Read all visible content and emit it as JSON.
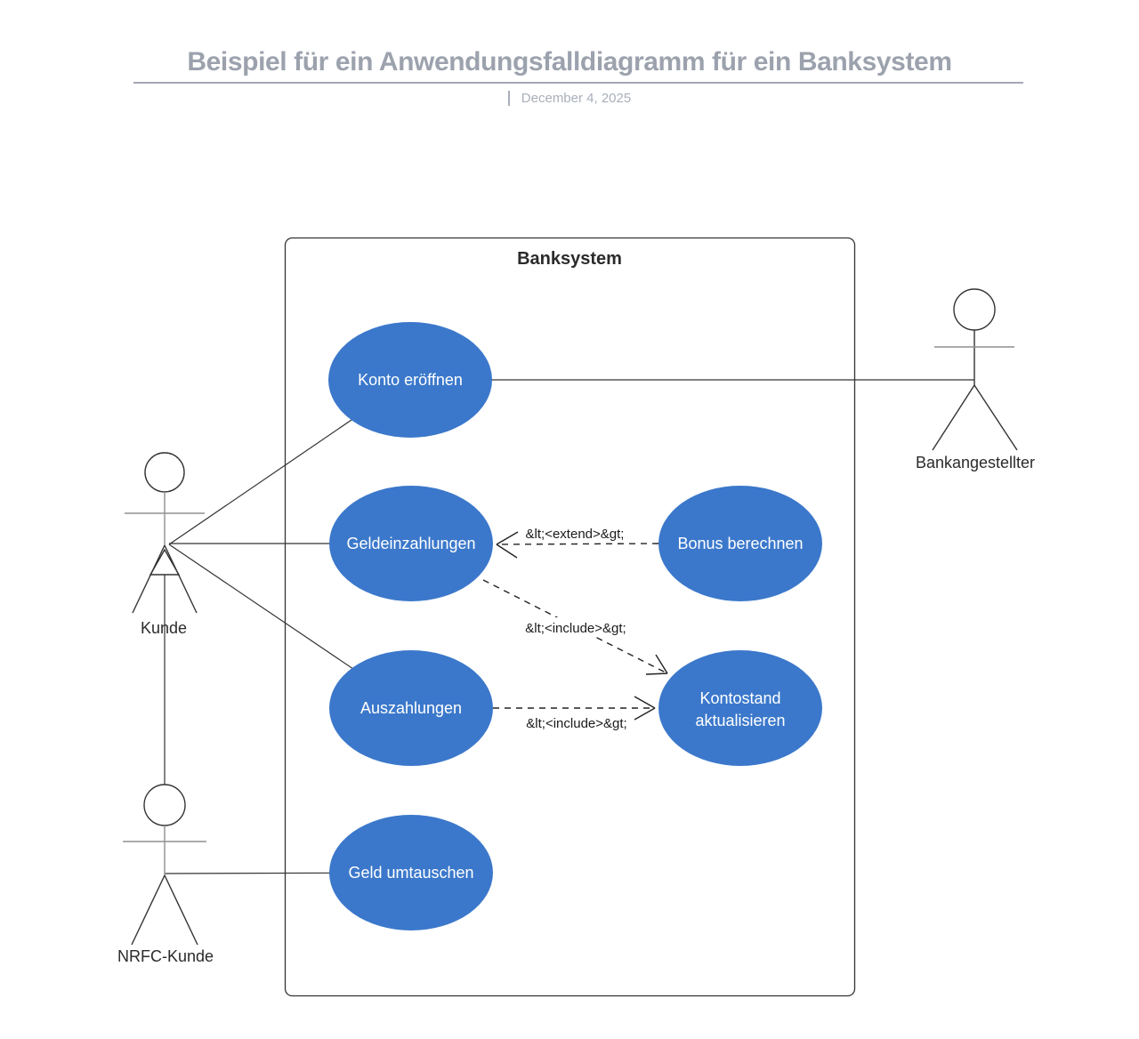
{
  "header": {
    "title": "Beispiel für ein Anwendungsfalldiagramm für ein Banksystem",
    "date": "December 4, 2025"
  },
  "diagram": {
    "system_label": "Banksystem",
    "actors": [
      {
        "name": "Kunde"
      },
      {
        "name": "Bankangestellter"
      },
      {
        "name": "NRFC-Kunde"
      }
    ],
    "use_cases": [
      {
        "label": "Konto eröffnen"
      },
      {
        "label": "Geldeinzahlungen"
      },
      {
        "label": "Bonus berechnen"
      },
      {
        "label": "Auszahlungen"
      },
      {
        "label": "Kontostand aktualisieren",
        "lines": [
          "Kontostand",
          "aktualisieren"
        ]
      },
      {
        "label": "Geld umtauschen"
      }
    ],
    "relations": [
      {
        "type": "extend",
        "label": "&lt;<extend>&gt;",
        "from": "Bonus berechnen",
        "to": "Geldeinzahlungen"
      },
      {
        "type": "include",
        "label": "&lt;<include>&gt;",
        "from": "Geldeinzahlungen",
        "to": "Kontostand aktualisieren"
      },
      {
        "type": "include",
        "label": "&lt;<include>&gt;",
        "from": "Auszahlungen",
        "to": "Kontostand aktualisieren"
      },
      {
        "type": "generalization",
        "from": "NRFC-Kunde",
        "to": "Kunde"
      }
    ],
    "colors": {
      "use_case_fill": "#3B78CB",
      "use_case_text": "#FFFFFF",
      "line": "#333333",
      "header_gray": "#9CA2AD"
    }
  }
}
